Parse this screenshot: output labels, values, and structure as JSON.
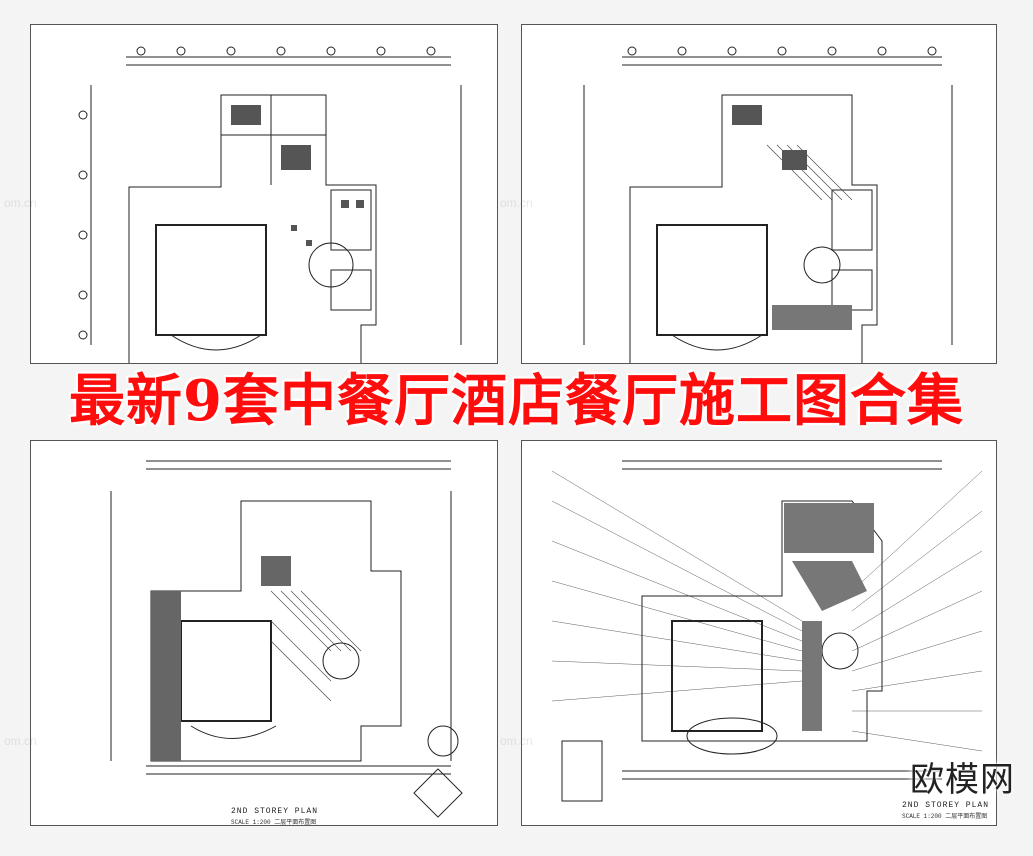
{
  "headline": "最新9套中餐厅酒店餐厅施工图合集",
  "brand": "欧模网",
  "watermark_text": "om.cn",
  "plans": [
    {
      "title": "",
      "scale": ""
    },
    {
      "title": "",
      "scale": ""
    },
    {
      "title": "2ND  STOREY  PLAN",
      "scale": "SCALE  1:200  二层平面布置图"
    },
    {
      "title": "2ND  STOREY  PLAN",
      "scale": "SCALE  1:200  二层平面布置图"
    }
  ],
  "colors": {
    "headline": "#ff0d0d",
    "background": "#f4f4f4",
    "line": "#222222"
  }
}
